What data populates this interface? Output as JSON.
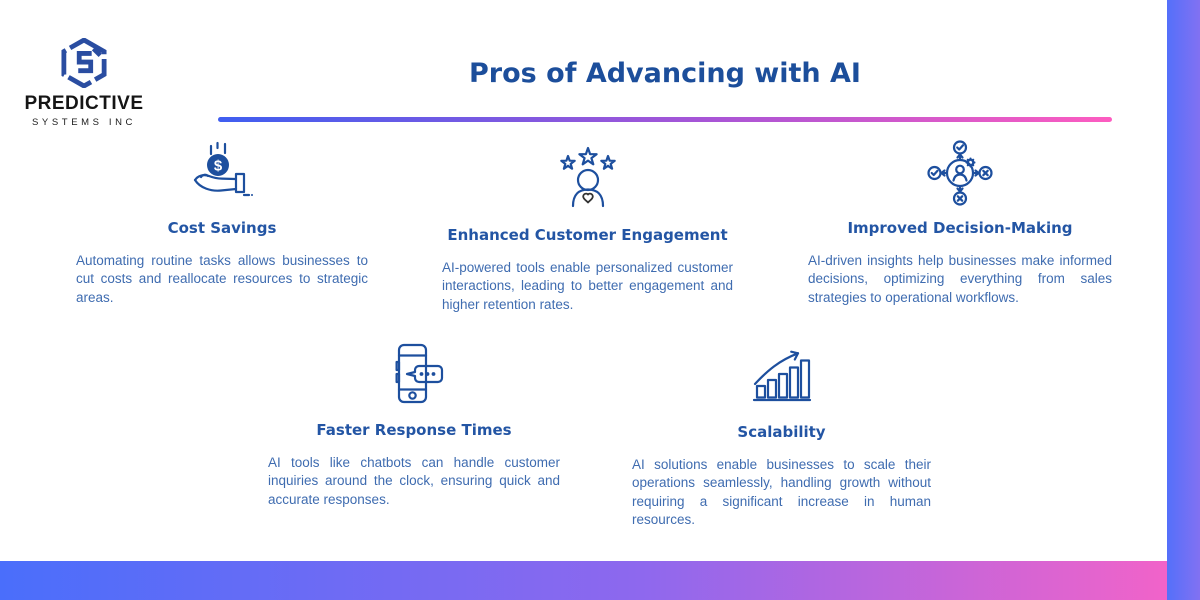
{
  "logo": {
    "company_name": "PREDICTIVE",
    "company_subname": "SYSTEMS INC",
    "icon": "hexagon-logo-icon",
    "brand_blue": "#2a4da1"
  },
  "header": {
    "title": "Pros of Advancing with AI",
    "title_color": "#1c4e9b",
    "divider_gradient": [
      "#3f5ef0",
      "#a855d6",
      "#fd5cc0"
    ]
  },
  "cards": [
    {
      "icon": "money-hand-icon",
      "title": "Cost Savings",
      "body": "Automating routine tasks allows businesses to cut costs and reallocate resources to strategic areas."
    },
    {
      "icon": "customer-stars-icon",
      "title": "Enhanced Customer Engagement",
      "body": "AI-powered tools enable personalized customer interactions, leading to better engagement and higher retention rates."
    },
    {
      "icon": "decision-network-icon",
      "title": "Improved Decision-Making",
      "body": "AI-driven insights help businesses make informed decisions, optimizing everything from sales strategies to operational workflows."
    },
    {
      "icon": "phone-chat-icon",
      "title": "Faster Response Times",
      "body": "AI tools like chatbots can handle customer inquiries around the clock, ensuring quick and accurate responses."
    },
    {
      "icon": "growth-chart-icon",
      "title": "Scalability",
      "body": "AI solutions enable businesses to scale their operations seamlessly, handling growth without requiring a significant increase in human resources."
    }
  ],
  "decor": {
    "right_bar_gradient": [
      "#5470fa",
      "#8271f2"
    ],
    "bottom_bar_gradient": [
      "#4a6efb",
      "#8e68ee",
      "#f163c9"
    ]
  },
  "colors": {
    "heading": "#2355a4",
    "body_text": "#3f6cb0",
    "icon_stroke": "#1d4f9e",
    "background": "#ffffff"
  }
}
